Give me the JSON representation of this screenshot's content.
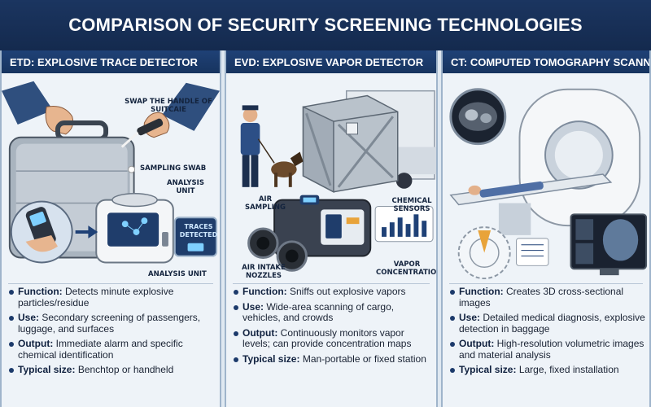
{
  "header": {
    "title": "COMPARISON OF SECURITY SCREENING TECHNOLOGIES"
  },
  "colors": {
    "navy": "#1b3560",
    "panel": "#eef3f8",
    "accent_orange": "#e8a33a",
    "screen_blue": "#1f3d6b"
  },
  "panels": [
    {
      "title": "ETD: EXPLOSIVE TRACE DETECTOR",
      "labels": {
        "swab_handle": "SWAP THE HANDLE OF SUITCAIE",
        "sampling_swab": "SAMPLING SWAB",
        "analysis_unit": "ANALYSIS UNIT",
        "traces_detected": "TRACES DETECTED",
        "analysis_unit_bottom": "ANALYSIS UNIT"
      },
      "icons": [
        "hand-icon",
        "suitcase-icon",
        "swab-icon",
        "analysis-unit-icon",
        "handheld-detector-icon",
        "arrow-right-icon"
      ],
      "bullets": [
        {
          "label": "Function:",
          "text": " Detects minute explosive particles/residue"
        },
        {
          "label": "Use:",
          "text": " Secondary screening of passengers, luggage, and surfaces"
        },
        {
          "label": "Output:",
          "text": " Immediate alarm and specific chemical identification"
        },
        {
          "label": "Typical size:",
          "text": " Benchtop or handheld"
        }
      ]
    },
    {
      "title": "EVD: EXPLOSIVE VAPOR DETECTOR",
      "labels": {
        "air_sampling": "AIR SAMPLING",
        "chemical_sensors": "CHEMICAL SENSORS",
        "air_intake": "AIR INTAKE NOZZLES",
        "vapor_concentration": "VAPOR CONCENTRATION"
      },
      "icons": [
        "security-officer-icon",
        "sniffer-dog-icon",
        "cargo-crate-icon",
        "truck-icon",
        "vapor-detector-icon",
        "bar-graph-icon"
      ],
      "bullets": [
        {
          "label": "Function:",
          "text": " Sniffs out explosive vapors"
        },
        {
          "label": "Use:",
          "text": " Wide-area scanning of cargo, vehicles, and crowds"
        },
        {
          "label": "Output:",
          "text": " Continuously monitors vapor levels; can provide concentration maps"
        },
        {
          "label": "Typical size:",
          "text": " Man-portable or fixed station"
        }
      ]
    },
    {
      "title": "CT: COMPUTED TOMOGRAPHY SCANNER",
      "labels": {},
      "icons": [
        "ct-slice-icon",
        "ct-scanner-gantry-icon",
        "patient-table-icon",
        "rotation-diagram-icon",
        "monitor-icon"
      ],
      "bullets": [
        {
          "label": "Function:",
          "text": " Creates 3D cross-sectional images"
        },
        {
          "label": "Use:",
          "text": " Detailed medical diagnosis, explosive detection in baggage"
        },
        {
          "label": "Output:",
          "text": " High-resolution volumetric images and material analysis"
        },
        {
          "label": "Typical size:",
          "text": " Large, fixed installation"
        }
      ]
    }
  ]
}
